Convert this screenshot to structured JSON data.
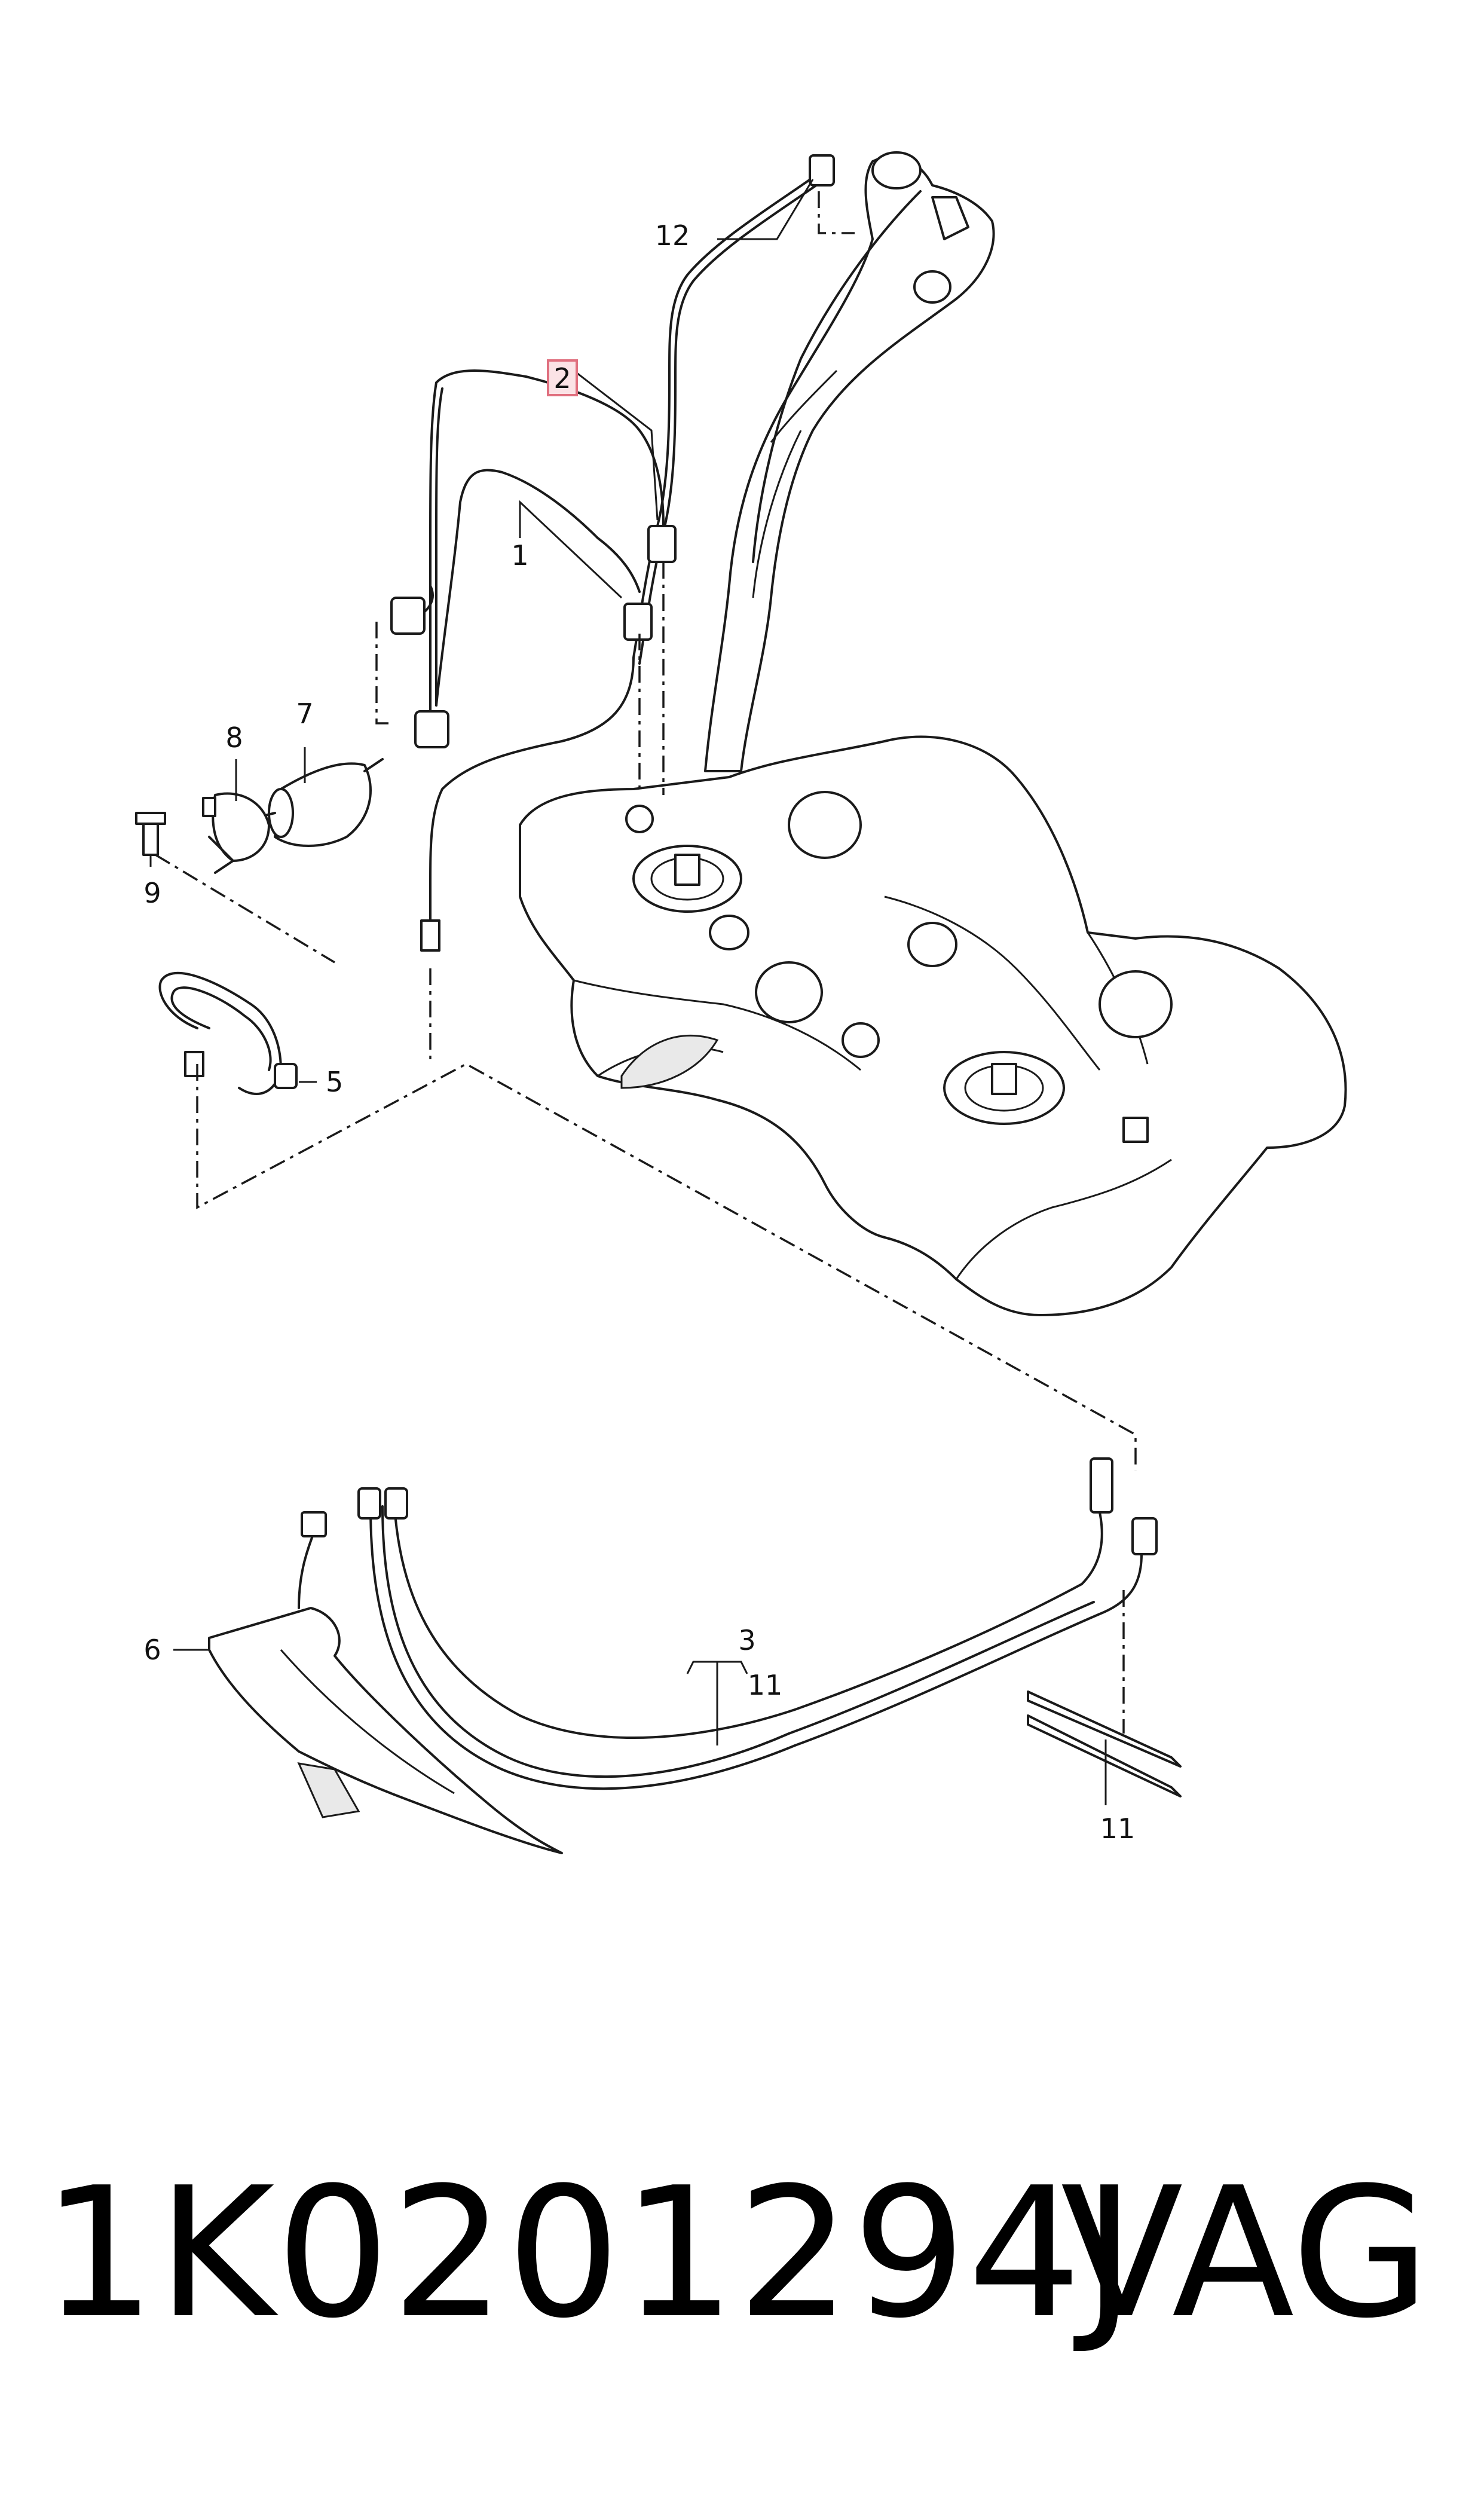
{
  "diagram": {
    "callouts": {
      "c1": "1",
      "c2": "2",
      "c3": "3",
      "c5": "5",
      "c6": "6",
      "c7": "7",
      "c8": "8",
      "c9": "9",
      "c11a": "11",
      "c11b": "11",
      "c12": "12"
    },
    "highlighted_callout": "2",
    "highlight_color": "#e0707f"
  },
  "footer": {
    "part_number": "1K0201294J",
    "brand": "VAG"
  }
}
